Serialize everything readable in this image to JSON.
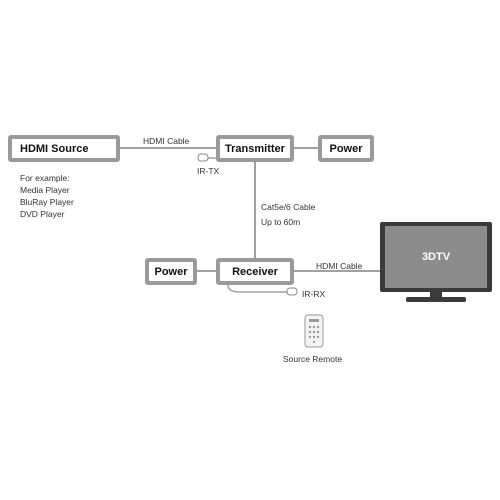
{
  "nodes": {
    "hdmi_source": "HDMI Source",
    "transmitter": "Transmitter",
    "power_tx": "Power",
    "power_rx": "Power",
    "receiver": "Receiver",
    "tv": "3DTV"
  },
  "labels": {
    "hdmi_cable_top": "HDMI Cable",
    "hdmi_cable_bottom": "HDMI Cable",
    "ir_tx": "IR-TX",
    "ir_rx": "IR-RX",
    "cat_cable": "Cat5e/6 Cable",
    "distance": "Up to 60m",
    "source_remote": "Source Remote"
  },
  "examples": {
    "heading": "For example:",
    "items": [
      "Media Player",
      "BluRay Player",
      "DVD Player"
    ]
  },
  "colors": {
    "box_border": "#9a9a9a",
    "line": "#a0a0a0",
    "tv_body": "#3a3a3a",
    "tv_screen": "#8c8c8c",
    "text": "#333333"
  }
}
